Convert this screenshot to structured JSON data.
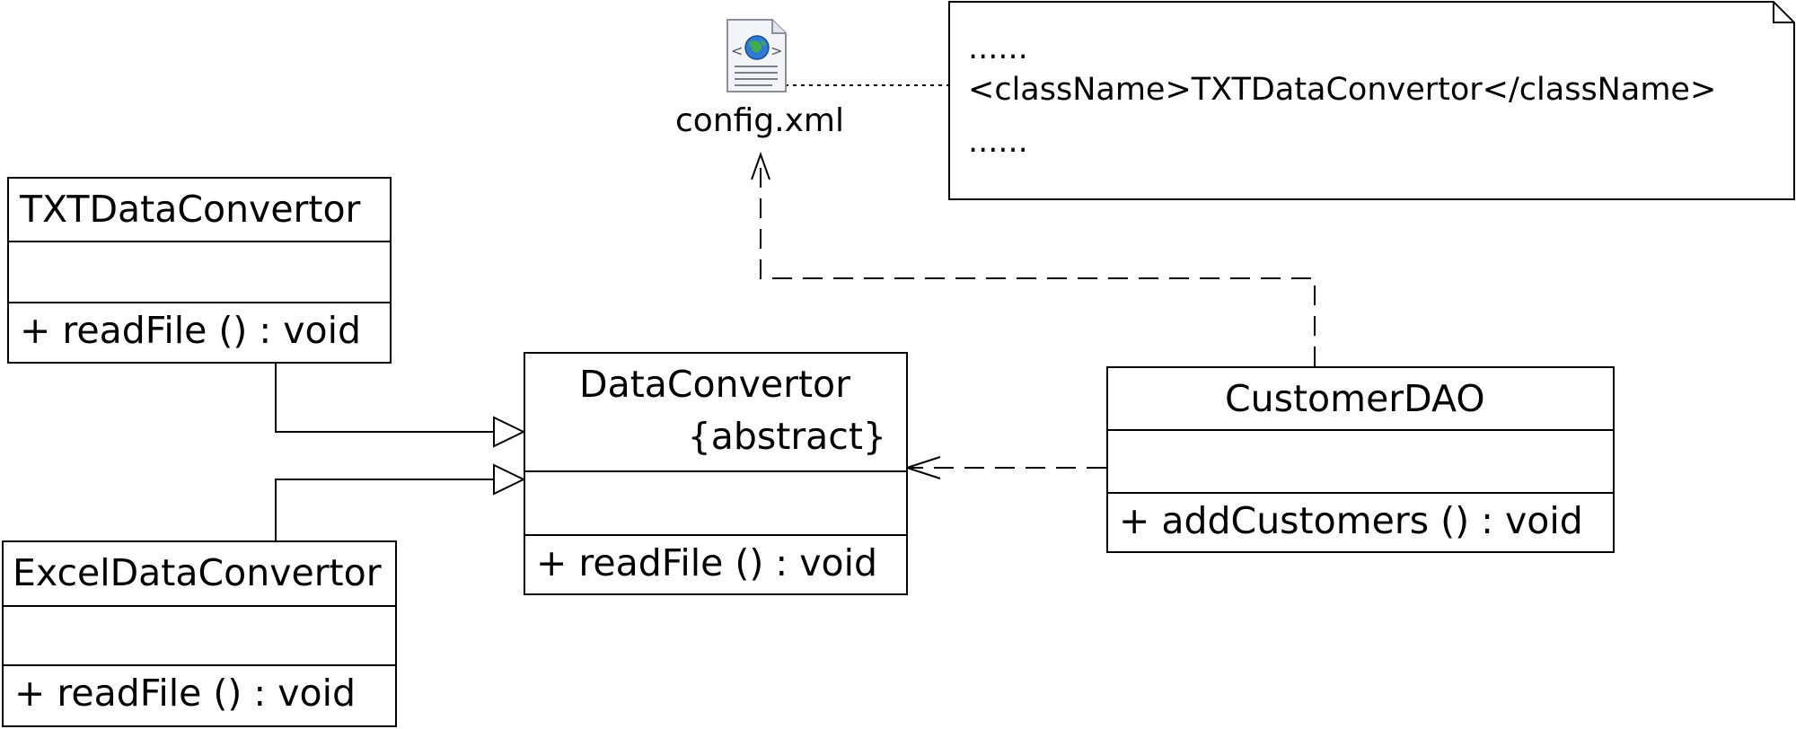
{
  "classes": {
    "txt": {
      "name": "TXTDataConvertor",
      "operation": "+  readFile () : void"
    },
    "excel": {
      "name": "ExcelDataConvertor",
      "operation": "+  readFile ()  : void"
    },
    "data": {
      "name": "DataConvertor",
      "stereotype": "{abstract}",
      "operation": "+  readFile () : void"
    },
    "customer": {
      "name": "CustomerDAO",
      "operation": "+  addCustomers ()  : void"
    }
  },
  "artifact": {
    "label": "config.xml",
    "icon": "xml-file-icon"
  },
  "note": {
    "lines": [
      "......",
      "<className>TXTDataConvertor</className>",
      "......"
    ]
  }
}
